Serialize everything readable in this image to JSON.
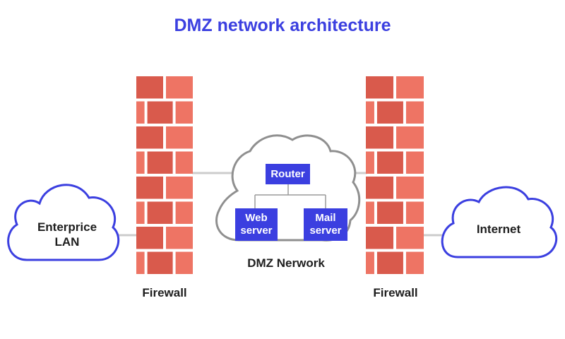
{
  "title": "DMZ network architecture",
  "nodes": {
    "enterprise_lan": [
      "Enterprice",
      "LAN"
    ],
    "internet": "Internet",
    "router": "Router",
    "web_server": [
      "Web",
      "server"
    ],
    "mail_server": [
      "Mail",
      "server"
    ],
    "dmz_network": "DMZ Nerwork",
    "firewall_left": "Firewall",
    "firewall_right": "Firewall"
  },
  "colors": {
    "accent": "#3b3fe0",
    "brick_light": "#ee7464",
    "brick_dark": "#d95a4c",
    "cloud_outline_blue": "#3b3fe0",
    "cloud_outline_grey": "#8f8f8f",
    "connector": "#cccccc"
  }
}
